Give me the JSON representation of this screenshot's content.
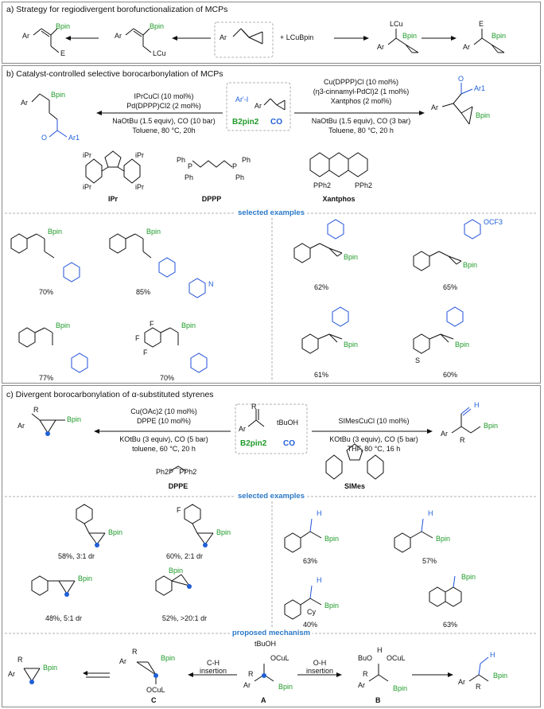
{
  "panel_a": {
    "title": "a) Strategy for regiodivergent borofunctionalization of MCPs",
    "reactant_center": "+ LCuBpin",
    "left_prod1": {
      "ar": "Ar",
      "e": "E",
      "bpin": "Bpin"
    },
    "left_prod2": {
      "ar": "Ar",
      "lcu": "LCu",
      "bpin": "Bpin"
    },
    "right_prod1": {
      "ar": "Ar",
      "lcu": "LCu",
      "bpin": "Bpin"
    },
    "right_prod2": {
      "ar": "Ar",
      "e": "E",
      "bpin": "Bpin"
    },
    "ar_label": "Ar"
  },
  "panel_b": {
    "title": "b) Catalyst-controlled selective borocarbonylation of MCPs",
    "left_conditions": [
      "IPrCuCl (10 mol%)",
      "Pd(DPPP)Cl2 (2 mol%)",
      "NaOtBu (1.5 equiv), CO (10 bar)",
      "Toluene, 80 °C, 20h"
    ],
    "right_conditions": [
      "Cu(DPPP)Cl (10 mol%)",
      "(η3-cinnamyl-PdCl)2 (1 mol%)",
      "Xantphos (2 mol%)",
      "NaOtBu (1.5 equiv), CO (3 bar)",
      "Toluene, 80 °C, 20 h"
    ],
    "box_items": [
      "Ar'-I",
      "Ar",
      "B2pin2",
      "CO"
    ],
    "ligands": [
      "IPr",
      "DPPP",
      "Xantphos"
    ],
    "ligand_labels": {
      "ipr": [
        "iPr",
        "iPr",
        "iPr",
        "iPr"
      ],
      "dppp": [
        "Ph",
        "Ph",
        "Ph",
        "Ph",
        "P",
        "P"
      ],
      "xantphos": [
        "PPh2",
        "PPh2"
      ]
    },
    "left_product": {
      "ar": "Ar",
      "bpin": "Bpin",
      "ar1": "Ar1"
    },
    "right_product": {
      "ar": "Ar",
      "bpin": "Bpin",
      "ar1": "Ar1"
    },
    "section_label": "selected examples",
    "examples_left": [
      "70%",
      "85%",
      "77%",
      "70%"
    ],
    "examples_right": [
      "62%",
      "65%",
      "61%",
      "60%"
    ],
    "ex_labels": {
      "bpin": "Bpin",
      "ocf3": "OCF3",
      "f": "F",
      "s": "S",
      "n": "N",
      "o": "O"
    }
  },
  "panel_c": {
    "title": "c) Divergent borocarbonylation of α-substituted styrenes",
    "left_conditions": [
      "Cu(OAc)2 (10 mol%)",
      "DPPE (10 mol%)",
      "KOtBu (3 equiv), CO (5 bar)",
      "toluene, 60 °C, 20 h"
    ],
    "right_conditions": [
      "SIMesCuCl (10 mol%)",
      "KOtBu (3 equiv), CO (5 bar)",
      "THF, 80 °C, 16 h"
    ],
    "box_items": [
      "R",
      "Ar",
      "tBuOH",
      "B2pin2",
      "CO"
    ],
    "ligands": [
      "DPPE",
      "SIMes"
    ],
    "dppe_formula": "Ph2P⁀PPh2",
    "left_product": {
      "r": "R",
      "ar": "Ar",
      "bpin": "Bpin"
    },
    "right_product": {
      "r": "R",
      "ar": "Ar",
      "bpin": "Bpin",
      "h": "H"
    },
    "section_label": "selected examples",
    "examples_left": [
      "58%, 3:1 dr",
      "60%, 2:1 dr",
      "48%, 5:1 dr",
      "52%, >20:1 dr"
    ],
    "examples_right": [
      "63%",
      "57%",
      "40%",
      "63%"
    ],
    "ex_labels": {
      "bpin": "Bpin",
      "f": "F",
      "cy": "Cy",
      "h": "H"
    },
    "mechanism_label": "proposed mechanism",
    "mech": {
      "step1": "C-H insertion",
      "step2": "O-H insertion",
      "a": "A",
      "b": "B",
      "c": "C",
      "tbuoh": "tBuOH",
      "ocul": "OCuL",
      "bpin": "Bpin",
      "buo": "BuO",
      "r": "R",
      "ar": "Ar",
      "h": "H"
    }
  }
}
